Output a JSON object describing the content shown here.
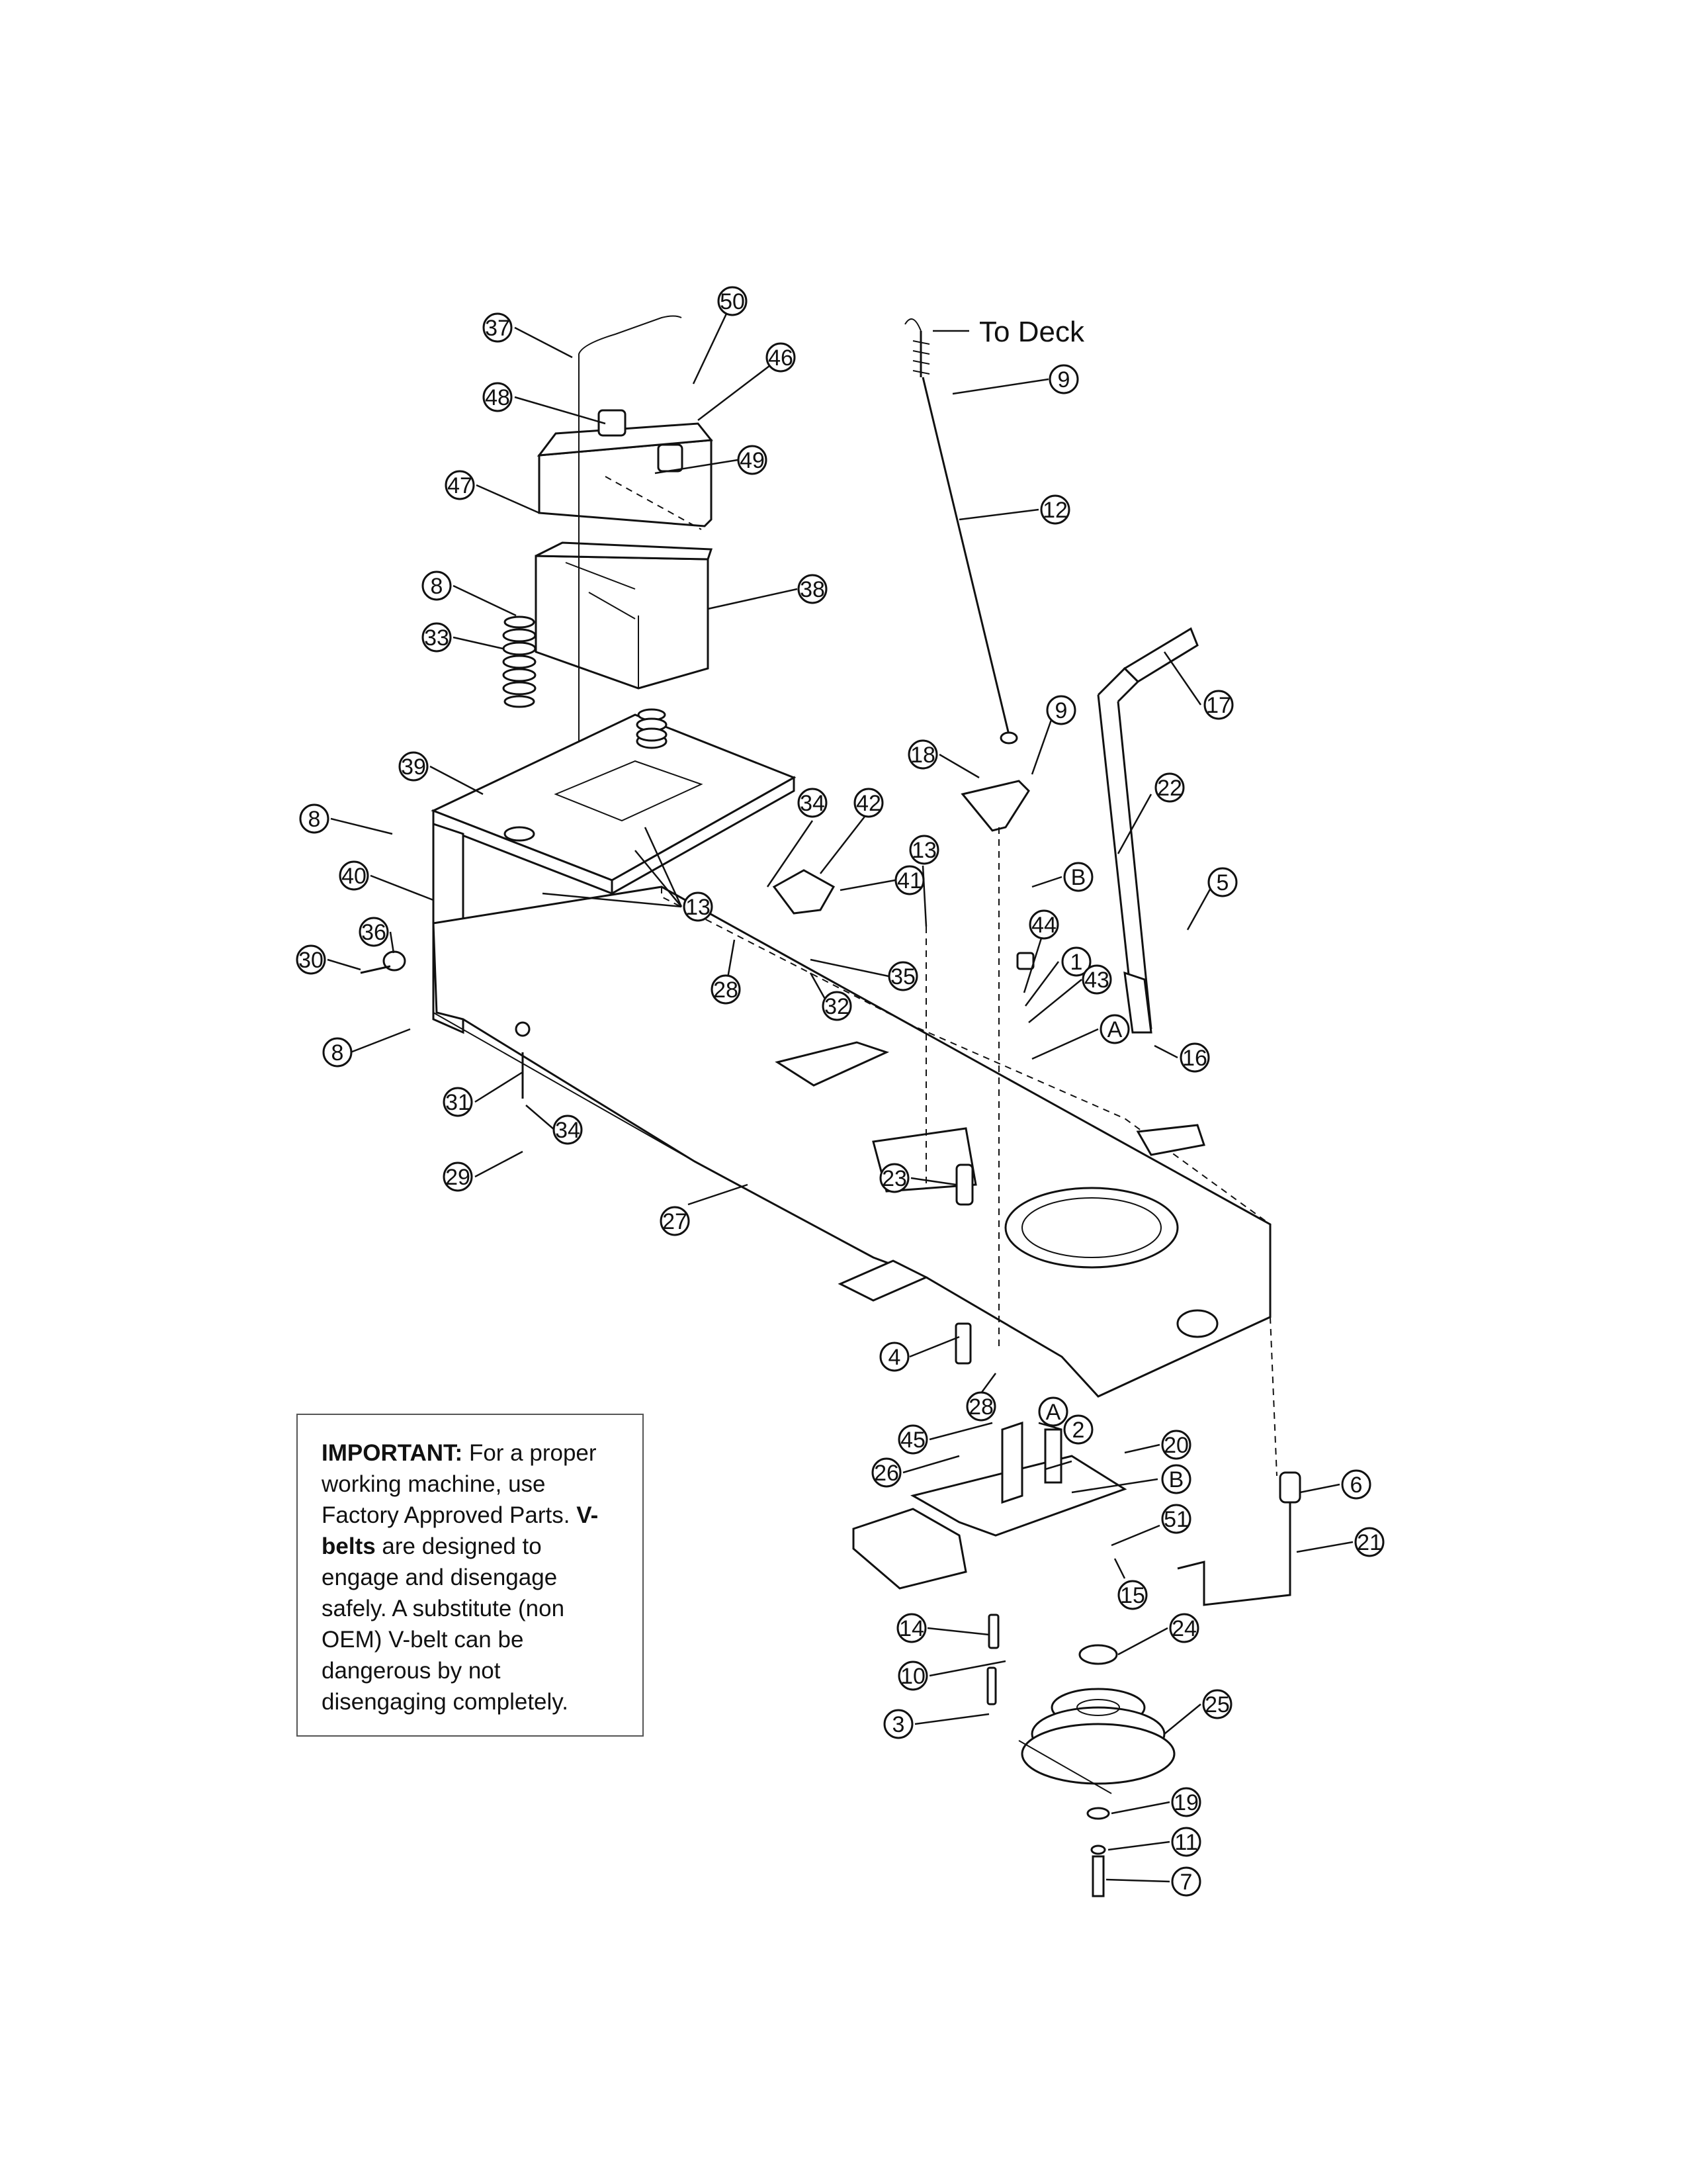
{
  "annotation": {
    "to_deck": "To Deck"
  },
  "notice": {
    "important_label": "IMPORTANT:",
    "important_text": " For a proper working machine, use Factory Approved Parts.",
    "vbelts_label": "V-belts",
    "vbelts_text": " are designed to engage and disengage safely. A substitute (non OEM) V-belt can be dangerous by not disengaging completely."
  },
  "callouts": [
    {
      "label": "50"
    },
    {
      "label": "37"
    },
    {
      "label": "46"
    },
    {
      "label": "48"
    },
    {
      "label": "49"
    },
    {
      "label": "47"
    },
    {
      "label": "38"
    },
    {
      "label": "8"
    },
    {
      "label": "33"
    },
    {
      "label": "39"
    },
    {
      "label": "8"
    },
    {
      "label": "40"
    },
    {
      "label": "36"
    },
    {
      "label": "30"
    },
    {
      "label": "8"
    },
    {
      "label": "34"
    },
    {
      "label": "42"
    },
    {
      "label": "41"
    },
    {
      "label": "13"
    },
    {
      "label": "28"
    },
    {
      "label": "35"
    },
    {
      "label": "32"
    },
    {
      "label": "31"
    },
    {
      "label": "34"
    },
    {
      "label": "29"
    },
    {
      "label": "27"
    },
    {
      "label": "9"
    },
    {
      "label": "12"
    },
    {
      "label": "17"
    },
    {
      "label": "9"
    },
    {
      "label": "18"
    },
    {
      "label": "22"
    },
    {
      "label": "13"
    },
    {
      "label": "B"
    },
    {
      "label": "5"
    },
    {
      "label": "44"
    },
    {
      "label": "1"
    },
    {
      "label": "43"
    },
    {
      "label": "A"
    },
    {
      "label": "16"
    },
    {
      "label": "23"
    },
    {
      "label": "4"
    },
    {
      "label": "28"
    },
    {
      "label": "A"
    },
    {
      "label": "45"
    },
    {
      "label": "2"
    },
    {
      "label": "20"
    },
    {
      "label": "26"
    },
    {
      "label": "B"
    },
    {
      "label": "51"
    },
    {
      "label": "15"
    },
    {
      "label": "6"
    },
    {
      "label": "21"
    },
    {
      "label": "14"
    },
    {
      "label": "24"
    },
    {
      "label": "10"
    },
    {
      "label": "25"
    },
    {
      "label": "3"
    },
    {
      "label": "19"
    },
    {
      "label": "11"
    },
    {
      "label": "7"
    }
  ]
}
